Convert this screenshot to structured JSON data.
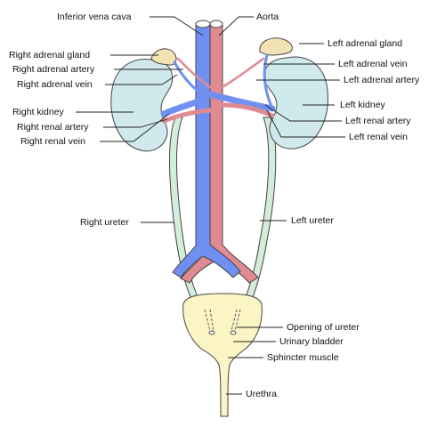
{
  "colors": {
    "vein": "#6f8ff2",
    "artery": "#e08a92",
    "kidney": "#cfe9ec",
    "adrenal": "#f3e2b4",
    "bladder": "#fbf5c6",
    "ureter": "#d4ecda",
    "outline": "#444444"
  },
  "labels": {
    "inferior_vena_cava": "Inferior vena cava",
    "aorta": "Aorta",
    "right_adrenal_gland": "Right adrenal gland",
    "right_adrenal_artery": "Right adrenal artery",
    "right_adrenal_vein": "Right adrenal vein",
    "right_kidney": "Right kidney",
    "right_renal_artery": "Right renal artery",
    "right_renal_vein": "Right renal vein",
    "left_adrenal_gland": "Left adrenal gland",
    "left_adrenal_vein": "Left adrenal vein",
    "left_adrenal_artery": "Left adrenal artery",
    "left_kidney": "Left kidney",
    "left_renal_artery": "Left renal artery",
    "left_renal_vein": "Left renal vein",
    "right_ureter": "Right ureter",
    "left_ureter": "Left ureter",
    "opening_of_ureter": "Opening of ureter",
    "urinary_bladder": "Urinary bladder",
    "sphincter_muscle": "Sphincter muscle",
    "urethra": "Urethra"
  }
}
